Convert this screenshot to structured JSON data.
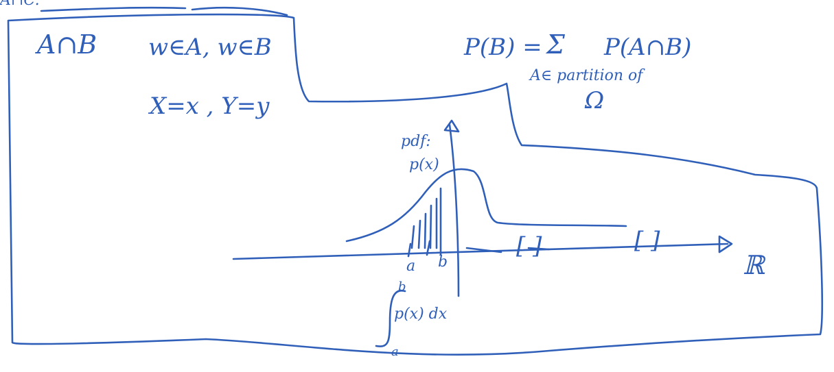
{
  "header_fragment": "A∩C:",
  "notes": {
    "intersection": "A∩B",
    "membership": "w∈A, w∈B",
    "rv_event": "X=x , Y=y",
    "total_prob_lhs": "P(B) =",
    "sum_symbol": "Σ",
    "total_prob_rhs": "P(A∩B)",
    "sum_index": "A∈ partition of",
    "omega": "Ω",
    "pdf_label": "pdf:",
    "pdf_fn": "p(x)",
    "a_label": "a",
    "b_label": "b",
    "interval_1": "[ ]",
    "interval_2": "[ ]",
    "real_line": "ℝ",
    "integral_upper": "b",
    "integral_body": "p(x) dx",
    "integral_lower": "a"
  },
  "ink_color": "#2f5fb8"
}
